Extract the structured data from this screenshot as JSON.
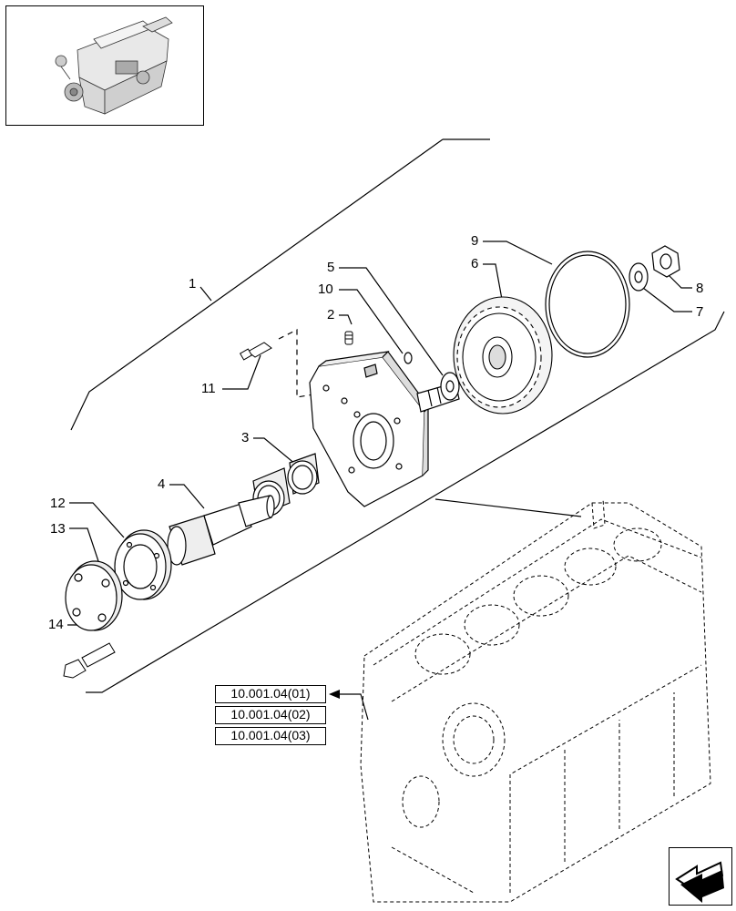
{
  "callouts": {
    "c1": "1",
    "c2": "2",
    "c3": "3",
    "c4": "4",
    "c5": "5",
    "c6": "6",
    "c7": "7",
    "c8": "8",
    "c9": "9",
    "c10": "10",
    "c11": "11",
    "c12": "12",
    "c13": "13",
    "c14": "14"
  },
  "references": [
    "10.001.04(01)",
    "10.001.04(02)",
    "10.001.04(03)"
  ],
  "icons": {
    "thumbnail": "engine-thumbnail-icon",
    "navigation": "next-page-arrow-icon"
  }
}
